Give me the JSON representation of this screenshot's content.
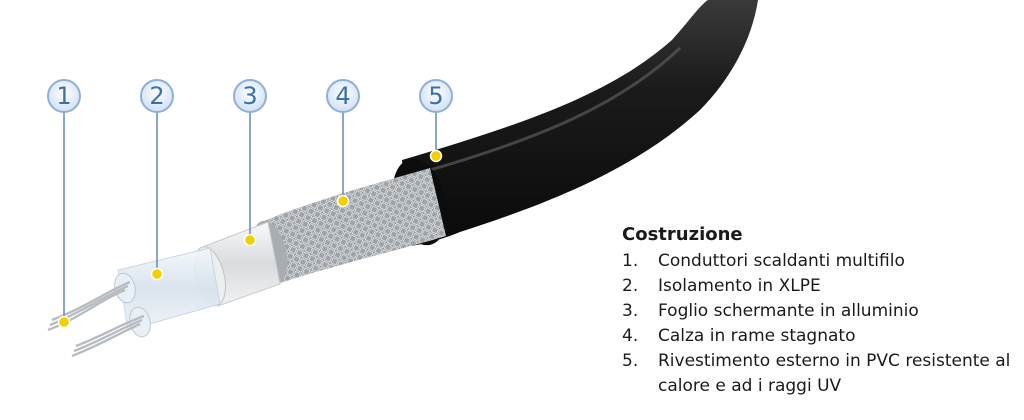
{
  "markers": [
    "1",
    "2",
    "3",
    "4",
    "5"
  ],
  "legend": {
    "title": "Costruzione",
    "items": [
      {
        "num": "1.",
        "text": "Conduttori scaldanti multifilo"
      },
      {
        "num": "2.",
        "text": "Isolamento in XLPE"
      },
      {
        "num": "3.",
        "text": "Foglio schermante in alluminio"
      },
      {
        "num": "4.",
        "text": "Calza in rame stagnato"
      },
      {
        "num": "5.",
        "text": "Rivestimento esterno in PVC resistente al calore e ad i raggi UV"
      }
    ]
  },
  "colors": {
    "jacket": "#151515",
    "braid": "#b9bcbf",
    "foil": "#e4e6e8",
    "insulation": "#dfe9f1",
    "conductor": "#c2c7cc",
    "marker_fill": "#dbe8f7",
    "marker_ring": "#8fb0d6",
    "marker_text": "#3a6fb0",
    "leader": "#6e8fb5",
    "dot": "#f2d000"
  }
}
